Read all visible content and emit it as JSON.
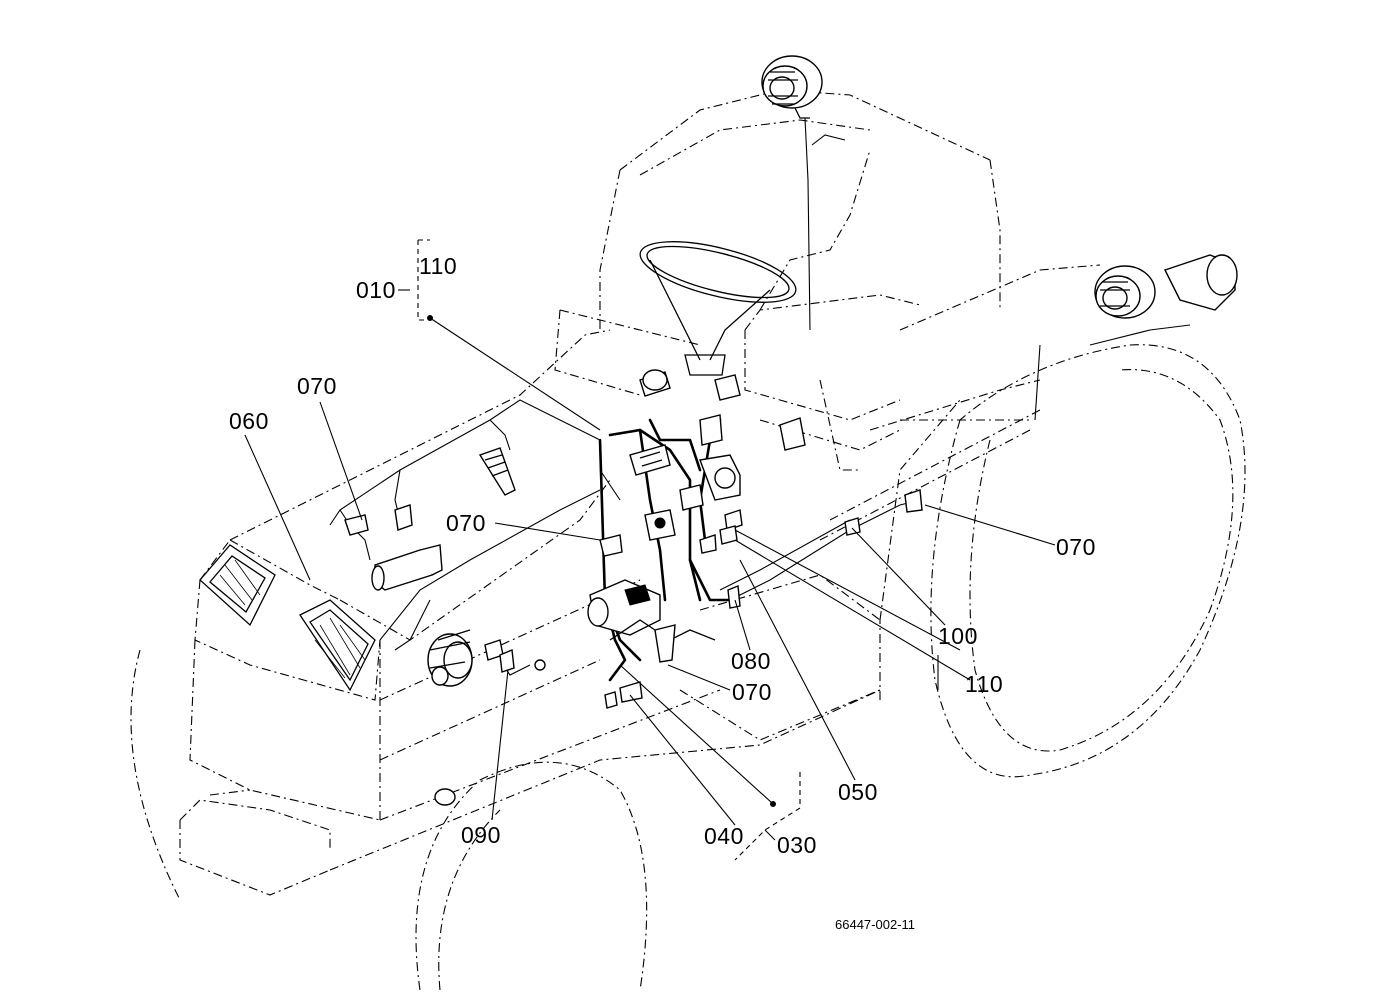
{
  "diagram": {
    "drawing_number": "66447-002-11",
    "callouts": [
      {
        "id": "c-010",
        "text": "010"
      },
      {
        "id": "c-110-top",
        "text": "110"
      },
      {
        "id": "c-070-a",
        "text": "070"
      },
      {
        "id": "c-060",
        "text": "060"
      },
      {
        "id": "c-070-b",
        "text": "070"
      },
      {
        "id": "c-070-c",
        "text": "070"
      },
      {
        "id": "c-100",
        "text": "100"
      },
      {
        "id": "c-110-b",
        "text": "110"
      },
      {
        "id": "c-080",
        "text": "080"
      },
      {
        "id": "c-070-d",
        "text": "070"
      },
      {
        "id": "c-050",
        "text": "050"
      },
      {
        "id": "c-090",
        "text": "090"
      },
      {
        "id": "c-040",
        "text": "040"
      },
      {
        "id": "c-030",
        "text": "030"
      }
    ]
  }
}
